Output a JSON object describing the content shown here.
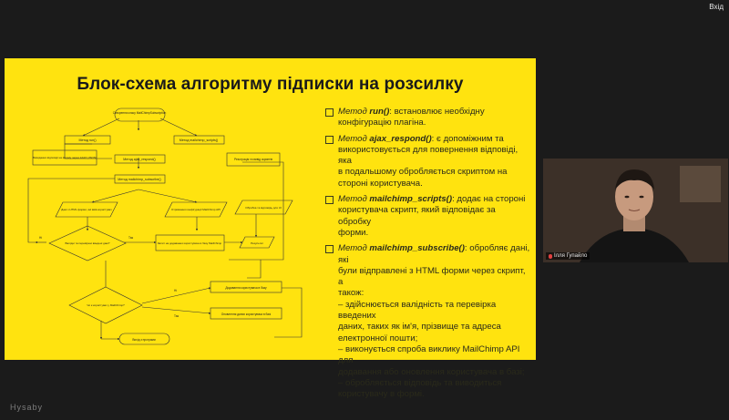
{
  "topbar": {
    "exit_label": "Вхід"
  },
  "slide": {
    "title": "Блок-схема алгоритму підписки на розсилку",
    "flowchart": {
      "nodes": {
        "start": "Створення класу MailChimpSubscription",
        "run": "Метод run()",
        "scripts": "Метод mailchimp_scripts()",
        "ajax": "Метод ajax_respond()",
        "subscribe": "Метод mailchimp_subscribe()",
        "ajax_note": "Викидання відповіді на форму через AJAX (JSON)",
        "scripts_note": "Реєстрація та вивід скриптів",
        "form_data": "Дані з HTML форми, які ввів користувач",
        "config": "Отримання конфігурації MailChimp API",
        "show_resp": "Обробка та відповідь для UI",
        "validate": "Валідні та перевірені введені дані?",
        "no1": "Ні",
        "yes1": "Так",
        "send": "Запит на додавання користувача в базу MailChimp",
        "result": "Результат",
        "mc_check": "Чи є користувач у MailChimp?",
        "no2": "Ні",
        "yes2": "Так",
        "add": "Додавання користувача в базу",
        "update": "Оновлення даних користувача в базі",
        "exit": "Вихід з програми"
      }
    },
    "bullets": [
      {
        "prefix": "Метод ",
        "name": "run()",
        "lines": [
          ": встановлює необхідну",
          "конфігурацію плагіна."
        ]
      },
      {
        "prefix": "Метод ",
        "name": "ajax_respond()",
        "lines": [
          ": є допоміжним та",
          "використовується для повернення відповіді, яка",
          "в подальшому обробляється скриптом на",
          "стороні користувача."
        ]
      },
      {
        "prefix": "Метод ",
        "name": "mailchimp_scripts()",
        "lines": [
          ": додає на стороні",
          "користувача скрипт, який відповідає за обробку",
          "форми."
        ]
      },
      {
        "prefix": "Метод ",
        "name": "mailchimp_subscribe()",
        "lines": [
          ": обробляє дані, які",
          "були відправлені з HTML форми через скрипт, а",
          "також:",
          "– здійснюється валідність та перевірка введених",
          "даних, таких як ім'я, прізвище та адреса",
          "електронної пошти;",
          "– виконується спроба виклику MailChimp API для",
          "додавання або оновлення користувача в базі;",
          "– обробляється відповідь та виводиться",
          "користувачу в формі."
        ]
      }
    ],
    "watermark": "Hysaby"
  },
  "participant": {
    "name": "Ілля Гупайло"
  },
  "colors": {
    "slide_bg": "#ffe30f",
    "app_bg": "#1b1b1b"
  }
}
